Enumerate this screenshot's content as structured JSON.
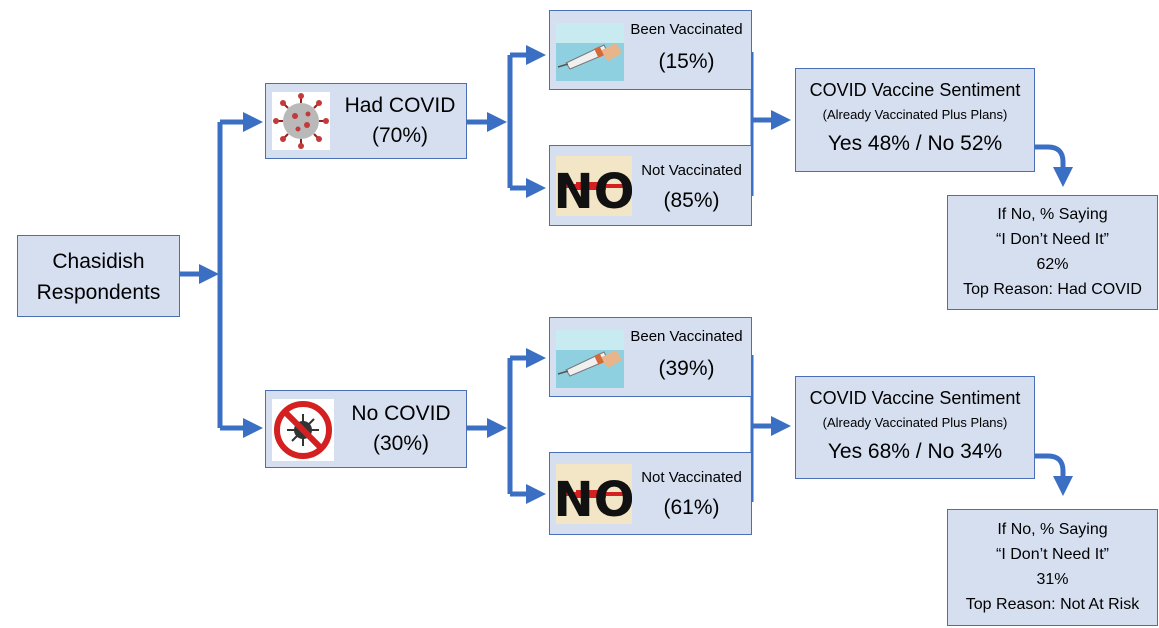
{
  "root": {
    "line1": "Chasidish",
    "line2": "Respondents"
  },
  "branches": [
    {
      "id": "had",
      "icon": "coronavirus-icon",
      "label": "Had COVID",
      "pct": "(70%)",
      "vaccinated": {
        "label": "Been Vaccinated",
        "pct": "(15%)",
        "icon": "syringe-icon"
      },
      "not_vaccinated": {
        "label": "Not Vaccinated",
        "pct": "(85%)",
        "icon": "no-vaccine-icon"
      },
      "sentiment": {
        "title": "COVID Vaccine Sentiment",
        "subtitle": "(Already Vaccinated Plus Plans)",
        "result": "Yes 48% / No 52%"
      },
      "if_no": {
        "line1": "If No, % Saying",
        "line2": "“I Don’t Need It”",
        "pct": "62%",
        "reason": "Top Reason: Had COVID"
      }
    },
    {
      "id": "no",
      "icon": "no-covid-icon",
      "label": "No COVID",
      "pct": "(30%)",
      "vaccinated": {
        "label": "Been Vaccinated",
        "pct": "(39%)",
        "icon": "syringe-icon"
      },
      "not_vaccinated": {
        "label": "Not Vaccinated",
        "pct": "(61%)",
        "icon": "no-vaccine-icon"
      },
      "sentiment": {
        "title": "COVID Vaccine Sentiment",
        "subtitle": "(Already Vaccinated Plus Plans)",
        "result": "Yes 68% / No 34%"
      },
      "if_no": {
        "line1": "If No, % Saying",
        "line2": "“I Don’t Need It”",
        "pct": "31%",
        "reason": "Top Reason: Not At Risk"
      }
    }
  ],
  "icon_text": {
    "no_sign": "NO"
  },
  "colors": {
    "box_fill": "#d5dff0",
    "box_border": "#4a6fb5",
    "arrow": "#3a6fc4"
  }
}
